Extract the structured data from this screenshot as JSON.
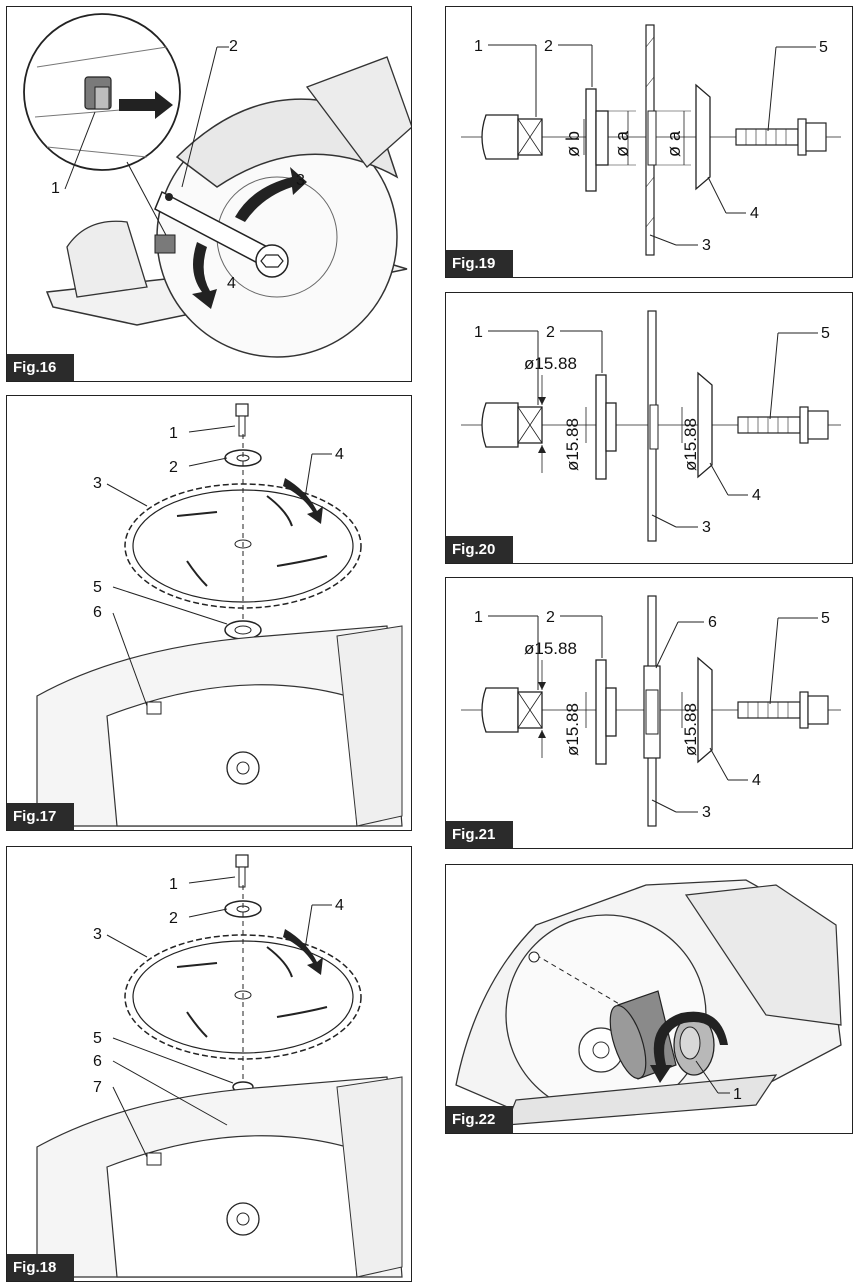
{
  "figures": {
    "fig16": {
      "label": "Fig.16",
      "callouts": [
        "1",
        "2",
        "3",
        "4"
      ]
    },
    "fig17": {
      "label": "Fig.17",
      "callouts": [
        "1",
        "2",
        "3",
        "4",
        "5",
        "6"
      ]
    },
    "fig18": {
      "label": "Fig.18",
      "callouts": [
        "1",
        "2",
        "3",
        "4",
        "5",
        "6",
        "7"
      ]
    },
    "fig19": {
      "label": "Fig.19",
      "callouts": [
        "1",
        "2",
        "3",
        "4",
        "5"
      ],
      "dims": [
        "ø b",
        "ø a",
        "ø a"
      ]
    },
    "fig20": {
      "label": "Fig.20",
      "callouts": [
        "1",
        "2",
        "3",
        "4",
        "5"
      ],
      "dims": [
        "ø15.88",
        "ø15.88",
        "ø15.88"
      ]
    },
    "fig21": {
      "label": "Fig.21",
      "callouts": [
        "1",
        "2",
        "3",
        "4",
        "5",
        "6"
      ],
      "dims": [
        "ø15.88",
        "ø15.88",
        "ø15.88"
      ]
    },
    "fig22": {
      "label": "Fig.22",
      "callouts": [
        "1"
      ]
    }
  }
}
